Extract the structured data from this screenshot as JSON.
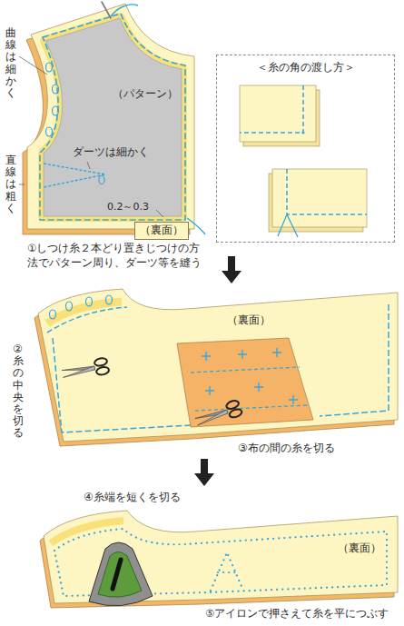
{
  "diagram": {
    "nodes": [
      {
        "text": [
          "＜糸の角の渡し方＞"
        ]
      },
      {
        "text": [
          "（裏面）"
        ]
      }
    ],
    "labels": [
      "曲線は細かく",
      "（パターン）",
      "ダーツは細かく",
      "直線は粗く",
      "0.2～0.3",
      "①しつけ糸２本どり置きじつけの方法でパターン周り、ダーツ等を縫う",
      "（裏面）",
      "②糸の中央を切る",
      "③布の間の糸を切る",
      "④糸端を短くを切る",
      "（裏面）",
      "⑤アイロンで押さえて糸を平につぶす"
    ]
  }
}
